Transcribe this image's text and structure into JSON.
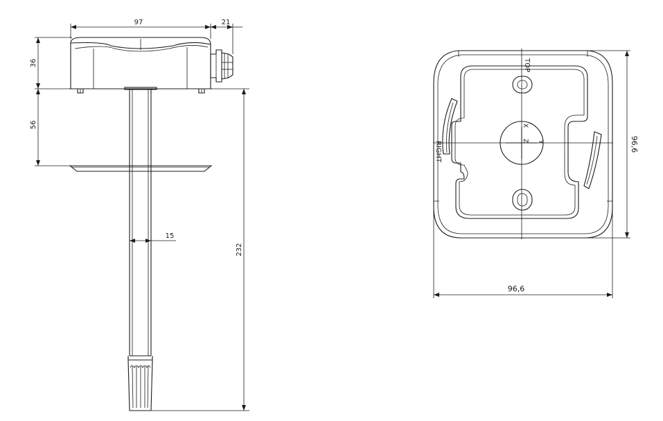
{
  "side_view": {
    "dim_housing_width": "97",
    "dim_gland_width": "21",
    "dim_housing_height": "36",
    "dim_flange_offset": "56",
    "dim_probe_diameter": "15",
    "dim_total_length": "232"
  },
  "top_view": {
    "label_top": "TOP",
    "label_right": "RIGHT",
    "label_x": "X",
    "label_y": "Y",
    "label_z": "Z",
    "dim_width": "96,6",
    "dim_height": "96,6"
  },
  "colors": {
    "line": "#1a1a1a",
    "background": "#ffffff"
  }
}
